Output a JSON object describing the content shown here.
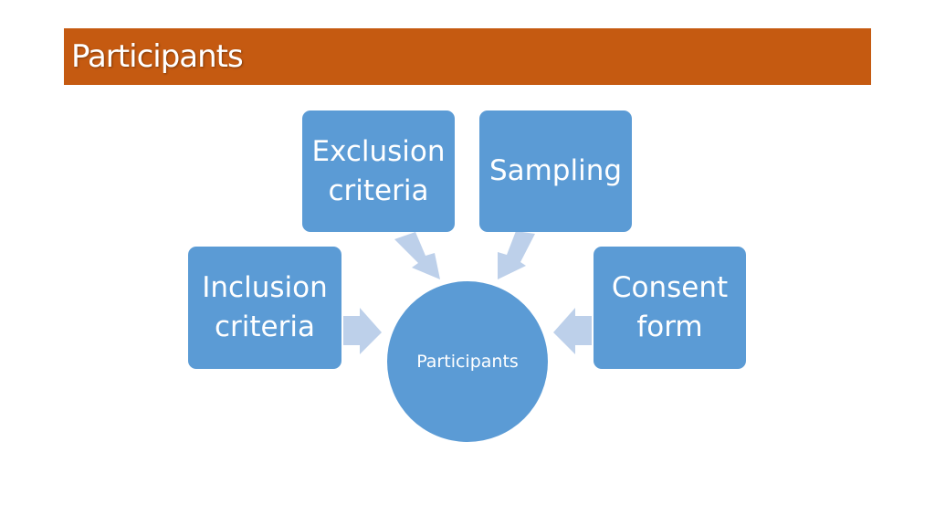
{
  "slide": {
    "title": "Participants"
  },
  "diagram": {
    "center": "Participants",
    "nodes": [
      {
        "label": "Exclusion\ncriteria"
      },
      {
        "label": "Sampling"
      },
      {
        "label": "Inclusion\ncriteria"
      },
      {
        "label": "Consent\nform"
      }
    ]
  },
  "colors": {
    "title_bar": "#c55a11",
    "node_fill": "#5b9bd5",
    "arrow_fill": "#bdd0ea",
    "text": "#ffffff"
  }
}
